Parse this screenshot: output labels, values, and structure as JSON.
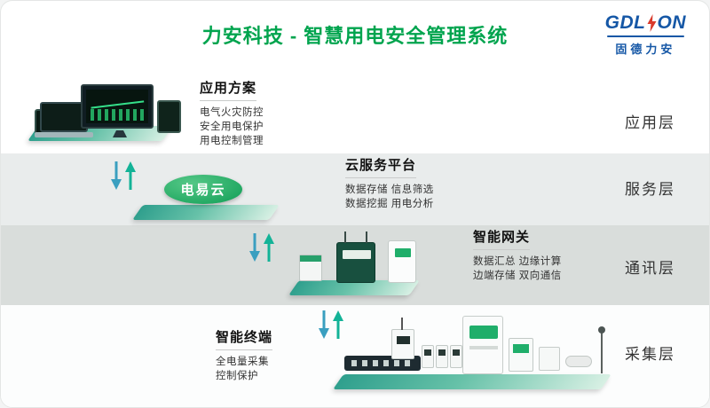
{
  "header": {
    "title": "力安科技 - 智慧用电安全管理系统",
    "logo": {
      "left": "GDL",
      "right": "ON",
      "sub": "固德力安"
    }
  },
  "layers": [
    {
      "label": "应用层",
      "heading": "应用方案",
      "lines": [
        "电气火灾防控",
        "安全用电保护",
        "用电控制管理"
      ]
    },
    {
      "label": "服务层",
      "heading": "云服务平台",
      "cloud": "电易云",
      "lines": [
        "数据存储  信息筛选",
        "数据挖掘  用电分析"
      ]
    },
    {
      "label": "通讯层",
      "heading": "智能网关",
      "lines": [
        "数据汇总  边缘计算",
        "边端存储  双向通信"
      ]
    },
    {
      "label": "采集层",
      "heading": "智能终端",
      "lines": [
        "全电量采集",
        "控制保护"
      ]
    }
  ],
  "colors": {
    "title_green": "#00a44e",
    "logo_blue": "#1557a6",
    "bolt_red": "#d93a2b",
    "platform_teal": "#2f9f8d",
    "cloud_green": "#0f9d55",
    "arrow_down_blue": "#3a9fc0",
    "arrow_up_teal": "#13b397",
    "band_service_gray": "#e9ecec",
    "band_comm_gray": "#d9dddb"
  }
}
